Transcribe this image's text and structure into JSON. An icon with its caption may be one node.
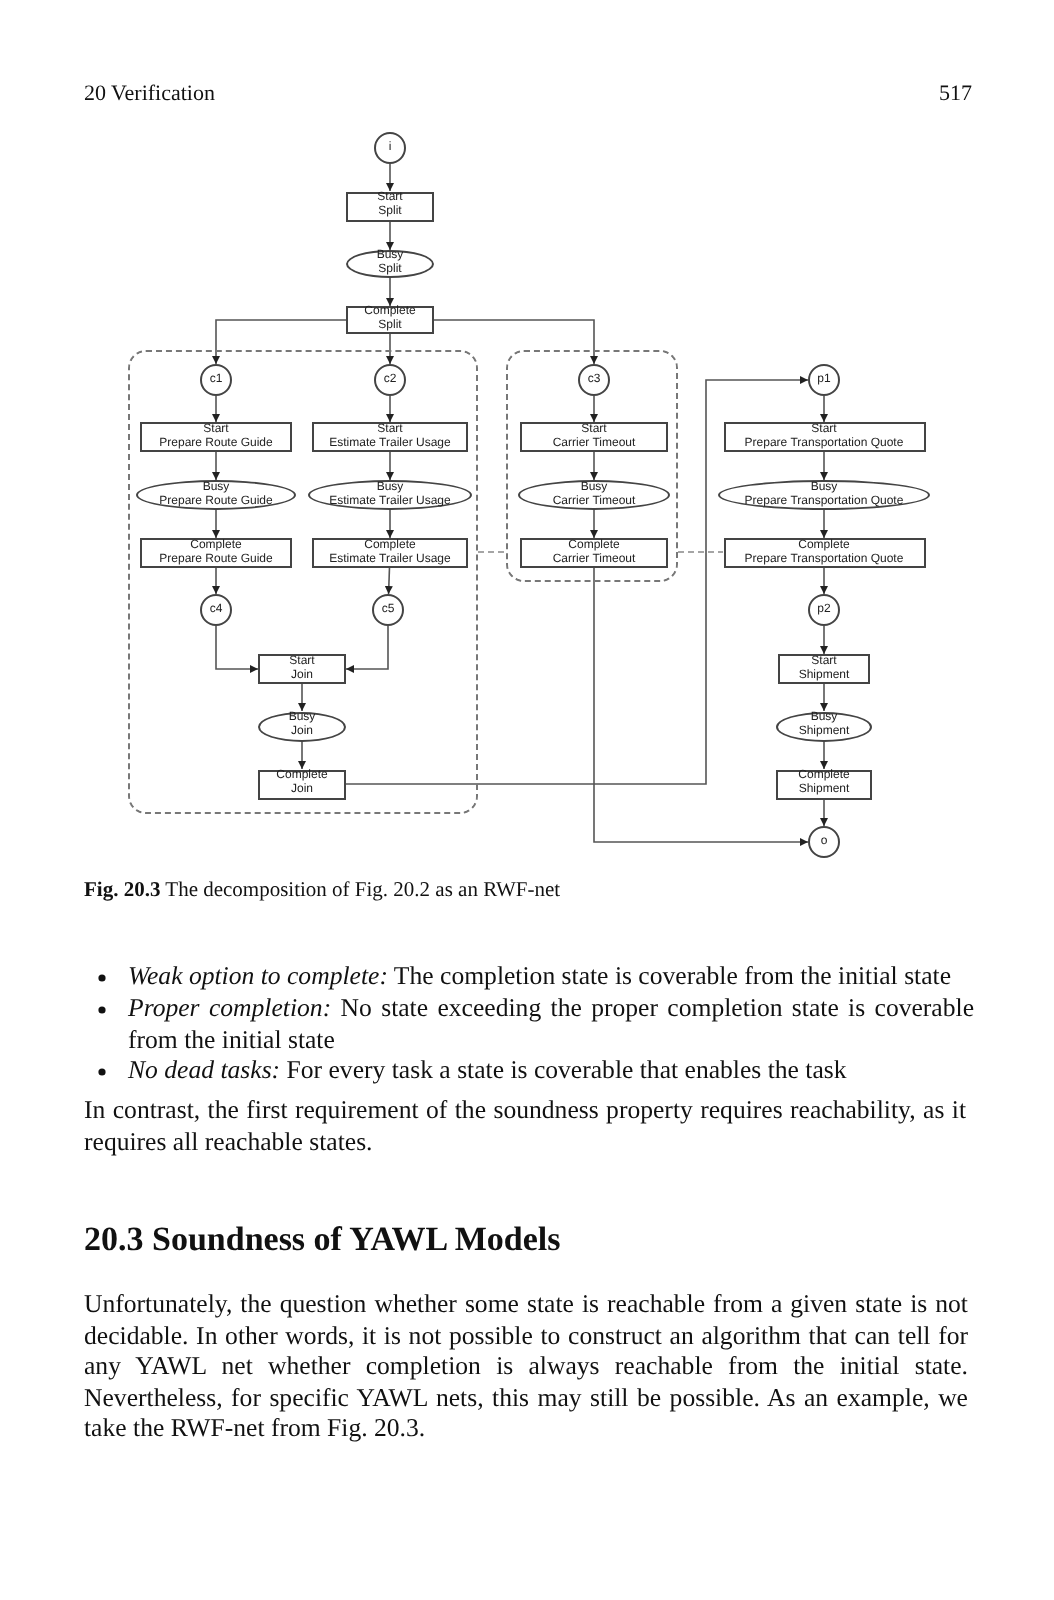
{
  "diagram": {
    "caption": "**Fig. 20.3** The decomposition of Fig. 20.2 as an RWF-net",
    "nodes": [
      {
        "text": [
          "i"
        ]
      },
      {
        "text": [
          "Start Split"
        ]
      },
      {
        "text": [
          "Busy Split"
        ]
      },
      {
        "text": [
          "Complete Split"
        ]
      },
      {
        "text": [],
        "shape": "box"
      },
      {
        "text": [
          "c1"
        ],
        "in": 4
      },
      {
        "text": [
          "c2"
        ],
        "in": 4
      },
      {
        "text": [],
        "shape": "box"
      },
      {
        "text": [
          "c3"
        ],
        "in": 7
      },
      {
        "text": [
          "p1"
        ]
      },
      {
        "text": [
          "Start Prepare Route Guide"
        ],
        "in": 4
      },
      {
        "text": [
          "Start Estimate Trailer Usage"
        ],
        "in": 4
      },
      {
        "text": [
          "Start Carrier Timeout"
        ],
        "in": 7
      },
      {
        "text": [
          "Start Prepare Transportation Quote"
        ]
      },
      {
        "text": [
          "Busy Prepare Route Guide"
        ],
        "in": 4
      },
      {
        "text": [
          "Busy Estimate Trailer Usage"
        ],
        "in": 4
      },
      {
        "text": [
          "Busy Carrier Timeout"
        ],
        "in": 7
      },
      {
        "text": [
          "Busy Prepare Transportation Quote"
        ]
      },
      {
        "text": [
          "Complete Prepare Route Guide"
        ],
        "in": 4
      },
      {
        "text": [
          "Complete Estimate Trailer Usage"
        ],
        "in": 4
      },
      {
        "text": [
          "Complete Carrier Timeout"
        ],
        "in": 7
      },
      {
        "text": [
          "Complete Prepare Transportation Quote"
        ]
      },
      {
        "text": [
          "c4"
        ],
        "in": 4
      },
      {
        "text": [
          "c5"
        ],
        "in": 4
      },
      {
        "text": [
          "p2"
        ]
      },
      {
        "text": [
          "Start Join"
        ],
        "in": 4
      },
      {
        "text": [
          "Start Shipment"
        ]
      },
      {
        "text": [
          "Busy Join"
        ],
        "in": 4
      },
      {
        "text": [
          "Busy Shipment"
        ]
      },
      {
        "text": [
          "Complete Join"
        ],
        "in": 4
      },
      {
        "text": [
          "Complete Shipment"
        ]
      },
      {
        "text": [
          "o"
        ]
      }
    ],
    "edges": [
      {
        "from": 0,
        "to": 1,
        "arrow": "to"
      },
      {
        "from": 1,
        "to": 2,
        "arrow": "to"
      },
      {
        "from": 2,
        "to": 3,
        "arrow": "to"
      },
      {
        "from": 3,
        "to": 5,
        "arrow": "to"
      },
      {
        "from": 3,
        "to": 6,
        "arrow": "to"
      },
      {
        "from": 3,
        "to": 8,
        "arrow": "to"
      },
      {
        "from": 5,
        "to": 10,
        "arrow": "to"
      },
      {
        "from": 6,
        "to": 11,
        "arrow": "to"
      },
      {
        "from": 8,
        "to": 12,
        "arrow": "to"
      },
      {
        "from": 9,
        "to": 13,
        "arrow": "to"
      },
      {
        "from": 10,
        "to": 14,
        "arrow": "to"
      },
      {
        "from": 11,
        "to": 15,
        "arrow": "to"
      },
      {
        "from": 12,
        "to": 16,
        "arrow": "to"
      },
      {
        "from": 13,
        "to": 17,
        "arrow": "to"
      },
      {
        "from": 14,
        "to": 18,
        "arrow": "to"
      },
      {
        "from": 15,
        "to": 19,
        "arrow": "to"
      },
      {
        "from": 16,
        "to": 20,
        "arrow": "to"
      },
      {
        "from": 17,
        "to": 21,
        "arrow": "to"
      },
      {
        "from": 18,
        "to": 22,
        "arrow": "to"
      },
      {
        "from": 19,
        "to": 23,
        "arrow": "to"
      },
      {
        "from": 20,
        "to": 31,
        "arrow": "to"
      },
      {
        "from": 21,
        "to": 24,
        "arrow": "to"
      },
      {
        "from": 22,
        "to": 25,
        "arrow": "to"
      },
      {
        "from": 23,
        "to": 25,
        "arrow": "to"
      },
      {
        "from": 24,
        "to": 26,
        "arrow": "to"
      },
      {
        "from": 25,
        "to": 27,
        "arrow": "to"
      },
      {
        "from": 26,
        "to": 28,
        "arrow": "to"
      },
      {
        "from": 27,
        "to": 29,
        "arrow": "to"
      },
      {
        "from": 28,
        "to": 30,
        "arrow": "to"
      },
      {
        "from": 29,
        "to": 9,
        "arrow": "to"
      },
      {
        "from": 30,
        "to": 31,
        "arrow": "to"
      },
      {
        "from": 4,
        "to": 7,
        "arrow": "none",
        "style": "dashed"
      },
      {
        "from": 7,
        "to": 21,
        "arrow": "none",
        "style": "dashed"
      }
    ],
    "labels": [
      "20 Verification",
      "517",
      "*Weak option to complete:* The completion state is coverable from the initial state",
      "*Proper completion:* No state exceeding the proper completion state is coverable from the initial state",
      "*No dead tasks:* For every task a state is coverable that enables the task",
      "In contrast, the first requirement of the soundness property requires reachability, as it requires all reachable states.",
      "20.3 Soundness of YAWL Models",
      "Unfortunately, the question whether some state is reachable from a given state is not decidable. In other words, it is not possible to construct an algorithm that can tell for any YAWL net whether completion is always reachable from the initial state. Nevertheless, for specific YAWL nets, this may still be possible. As an example, we take the RWF-net from Fig. 20.3."
    ]
  }
}
